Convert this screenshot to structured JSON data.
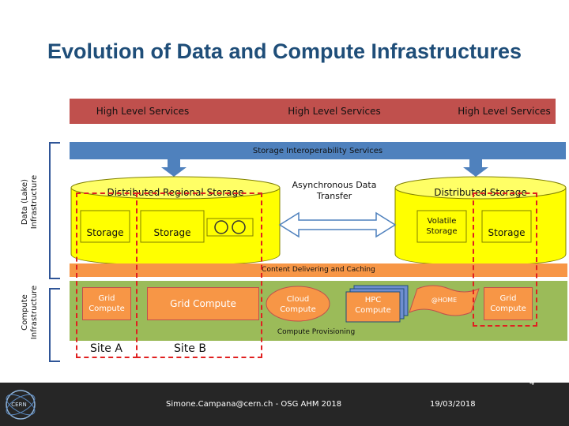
{
  "title": "Evolution of Data and Compute Infrastructures",
  "high_level_services": [
    "High Level Services",
    "High Level Services",
    "High Level Services"
  ],
  "storage_interop": "Storage Interoperability Services",
  "data_lake_label": "Data (Lake) Infrastructure",
  "compute_label": "Compute Infrastructure",
  "distributed_regional_storage": "Distributed Regional Storage",
  "async_transfer": "Asynchronous Data Transfer",
  "distributed_storage": "Distributed Storage",
  "storage_left_1": "Storage",
  "storage_left_2": "Storage",
  "volatile_storage": "Volatile Storage",
  "storage_right": "Storage",
  "content_delivering": "Content Delivering and Caching",
  "grid_compute_a": "Grid Compute",
  "grid_compute_b": "Grid Compute",
  "cloud_compute": "Cloud Compute",
  "hpc_compute": "HPC Compute",
  "home": "@HOME",
  "grid_compute_c": "Grid Compute",
  "compute_provisioning": "Compute Provisioning",
  "site_a": "Site A",
  "site_b": "Site B",
  "footer": {
    "author": "Simone.Campana@cern.ch - OSG AHM 2018",
    "date": "19/03/2018",
    "page": "4",
    "logo_text": "CERN"
  },
  "colors": {
    "title": "#1f4e79",
    "services": "#c0504d",
    "interop": "#4f81bd",
    "storage_yellow": "#ffff00",
    "content_orange": "#f79646",
    "compute_green": "#9bbb59",
    "site_dash": "#e02020"
  }
}
